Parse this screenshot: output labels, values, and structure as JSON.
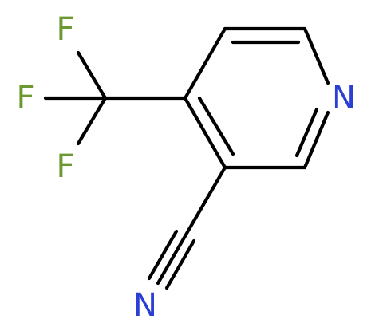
{
  "molecule": {
    "atoms": {
      "fluorine_top": {
        "symbol": "F",
        "color": "#6a9a2f"
      },
      "fluorine_middle": {
        "symbol": "F",
        "color": "#6a9a2f"
      },
      "fluorine_bottom": {
        "symbol": "F",
        "color": "#6a9a2f"
      },
      "ring_nitrogen": {
        "symbol": "N",
        "color": "#2b3fd4"
      },
      "nitrile_nitrogen": {
        "symbol": "N",
        "color": "#2b3fd4"
      }
    },
    "bond_color": "#000000"
  }
}
